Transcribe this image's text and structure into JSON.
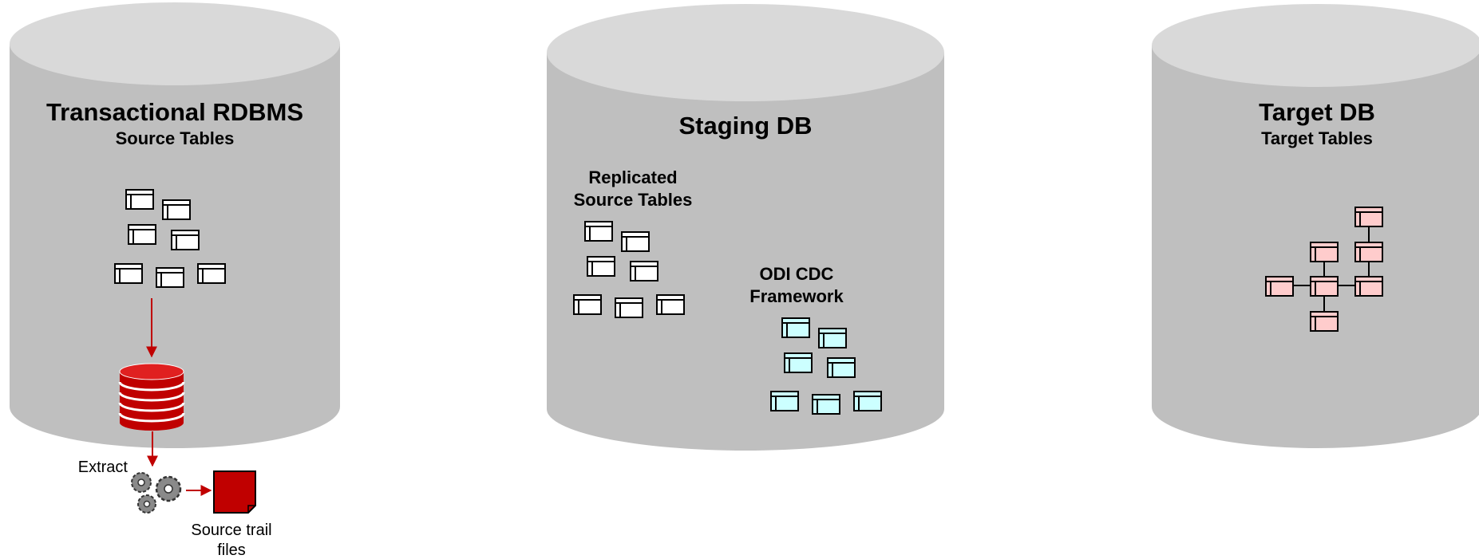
{
  "colors": {
    "cylinder_body": "#bfbfbf",
    "cylinder_top": "#d9d9d9",
    "arrow": "#c00000",
    "table_source": "#ffffff",
    "table_cdc": "#ccffff",
    "table_target": "#ffcccc",
    "gear": "#888888"
  },
  "source_db": {
    "title": "Transactional RDBMS",
    "subtitle": "Source Tables"
  },
  "staging_db": {
    "title": "Staging DB",
    "replicated_label_line1": "Replicated",
    "replicated_label_line2": "Source Tables",
    "cdc_label_line1": "ODI CDC",
    "cdc_label_line2": "Framework"
  },
  "target_db": {
    "title": "Target DB",
    "subtitle": "Target Tables"
  },
  "extract": {
    "label": "Extract",
    "trail_label_line1": "Source trail",
    "trail_label_line2": "files"
  },
  "icons": {
    "source_table": "table-icon",
    "log": "redo-log-database-icon",
    "gear": "gear-icon",
    "trail_file": "trail-file-icon"
  }
}
